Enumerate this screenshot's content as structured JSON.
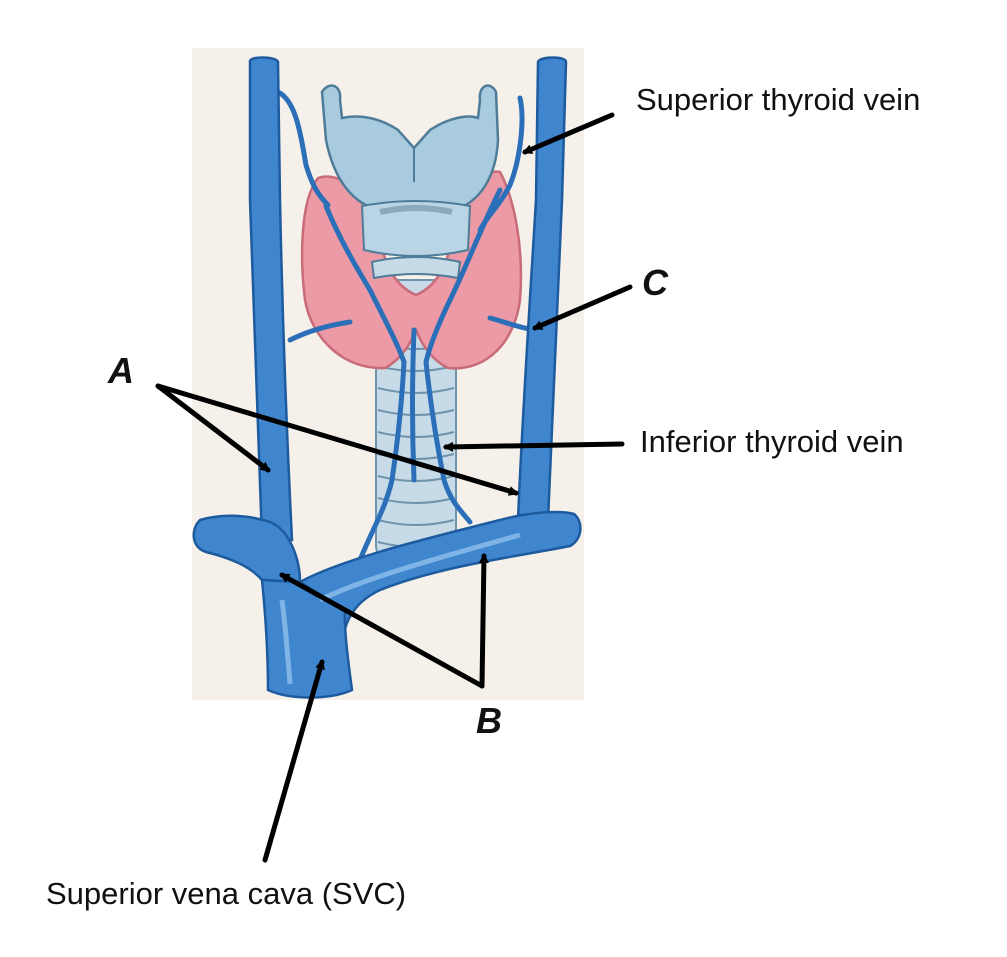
{
  "labels": {
    "superior_thyroid_vein": "Superior thyroid vein",
    "inferior_thyroid_vein": "Inferior thyroid vein",
    "svc": "Superior vena cava (SVC)",
    "a": "A",
    "b": "B",
    "c": "C"
  },
  "colors": {
    "vein": "#3f86cf",
    "vein_dark": "#1d5a9e",
    "vein_light": "#7fb4e6",
    "thyroid": "#ec9aa5",
    "thyroid_dark": "#c96b79",
    "cartilage": "#a9cbe0",
    "trachea": "#c6dbe7",
    "background_panel": "#f5f1ea",
    "arrow": "#000000"
  }
}
